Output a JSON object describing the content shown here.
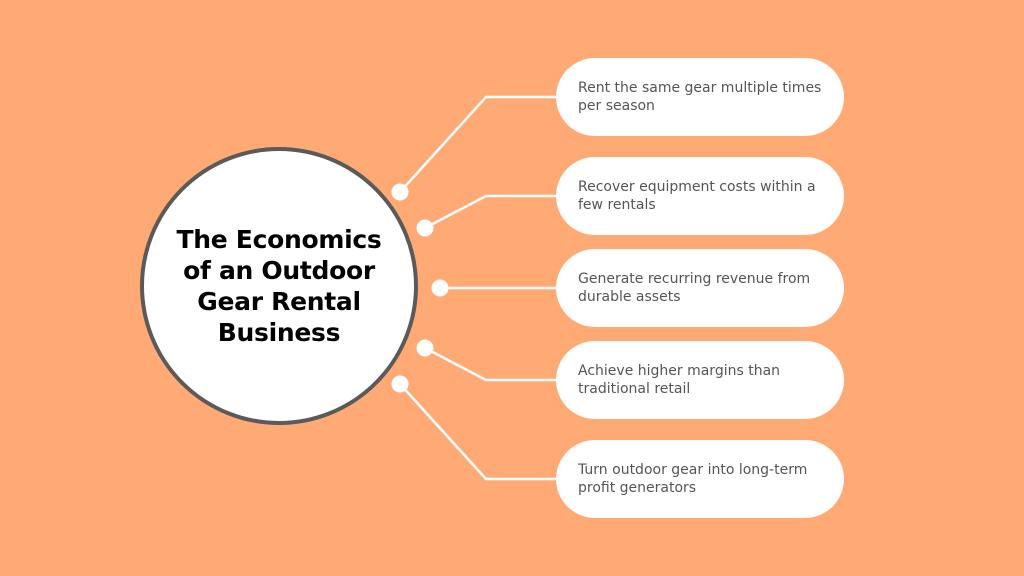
{
  "title": "The Economics of an Outdoor Gear Rental Business",
  "items": [
    {
      "text": "Rent the same gear multiple times per season"
    },
    {
      "text": "Recover equipment costs within a few rentals"
    },
    {
      "text": "Generate recurring revenue from durable assets"
    },
    {
      "text": "Achieve higher margins than traditional retail"
    },
    {
      "text": "Turn outdoor gear into long-term profit generators"
    }
  ],
  "colors": {
    "background": "#FFAA74",
    "node_fill": "#FFFFFF",
    "hub_border": "#5A5A5A",
    "connector": "#FFFFFF",
    "title_text": "#000000",
    "item_text": "#555555"
  }
}
